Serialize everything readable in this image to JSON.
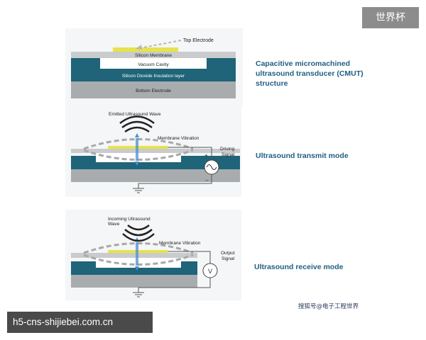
{
  "badge": "世界杯",
  "footer_url": "h5-cns-shijiebei.com.cn",
  "source_caption": "搜狐号@电子工程世界",
  "panel1": {
    "title": "Capacitive micromachined ultrasound transducer (CMUT) structure",
    "top_electrode": "Top Electrode",
    "silicon_membrane": "Silicon Membrane",
    "vacuum_cavity": "Vacuum Cavity",
    "insulation": "Silicon Dioxide Insulation layer",
    "bottom_electrode": "Bottom Electrode"
  },
  "panel2": {
    "title": "Ultrasound transmit mode",
    "wave_label": "Emitted Ultrasound Wave",
    "vibration_label": "Membrane Vibration",
    "signal_label_1": "Driving",
    "signal_label_2": "Signal",
    "plus": "+",
    "minus": "–"
  },
  "panel3": {
    "title": "Ultrasound receive mode",
    "wave_label_1": "Incoming Ultrasound",
    "wave_label_2": "Wave",
    "vibration_label": "Membrane Vibration",
    "signal_label_1": "Output",
    "signal_label_2": "Signal",
    "meter": "V"
  },
  "colors": {
    "substrate": "#a9acae",
    "teal": "#1f6478",
    "membrane": "#c9cbcc",
    "electrode": "#e7e34a",
    "title": "#1f5f82"
  }
}
